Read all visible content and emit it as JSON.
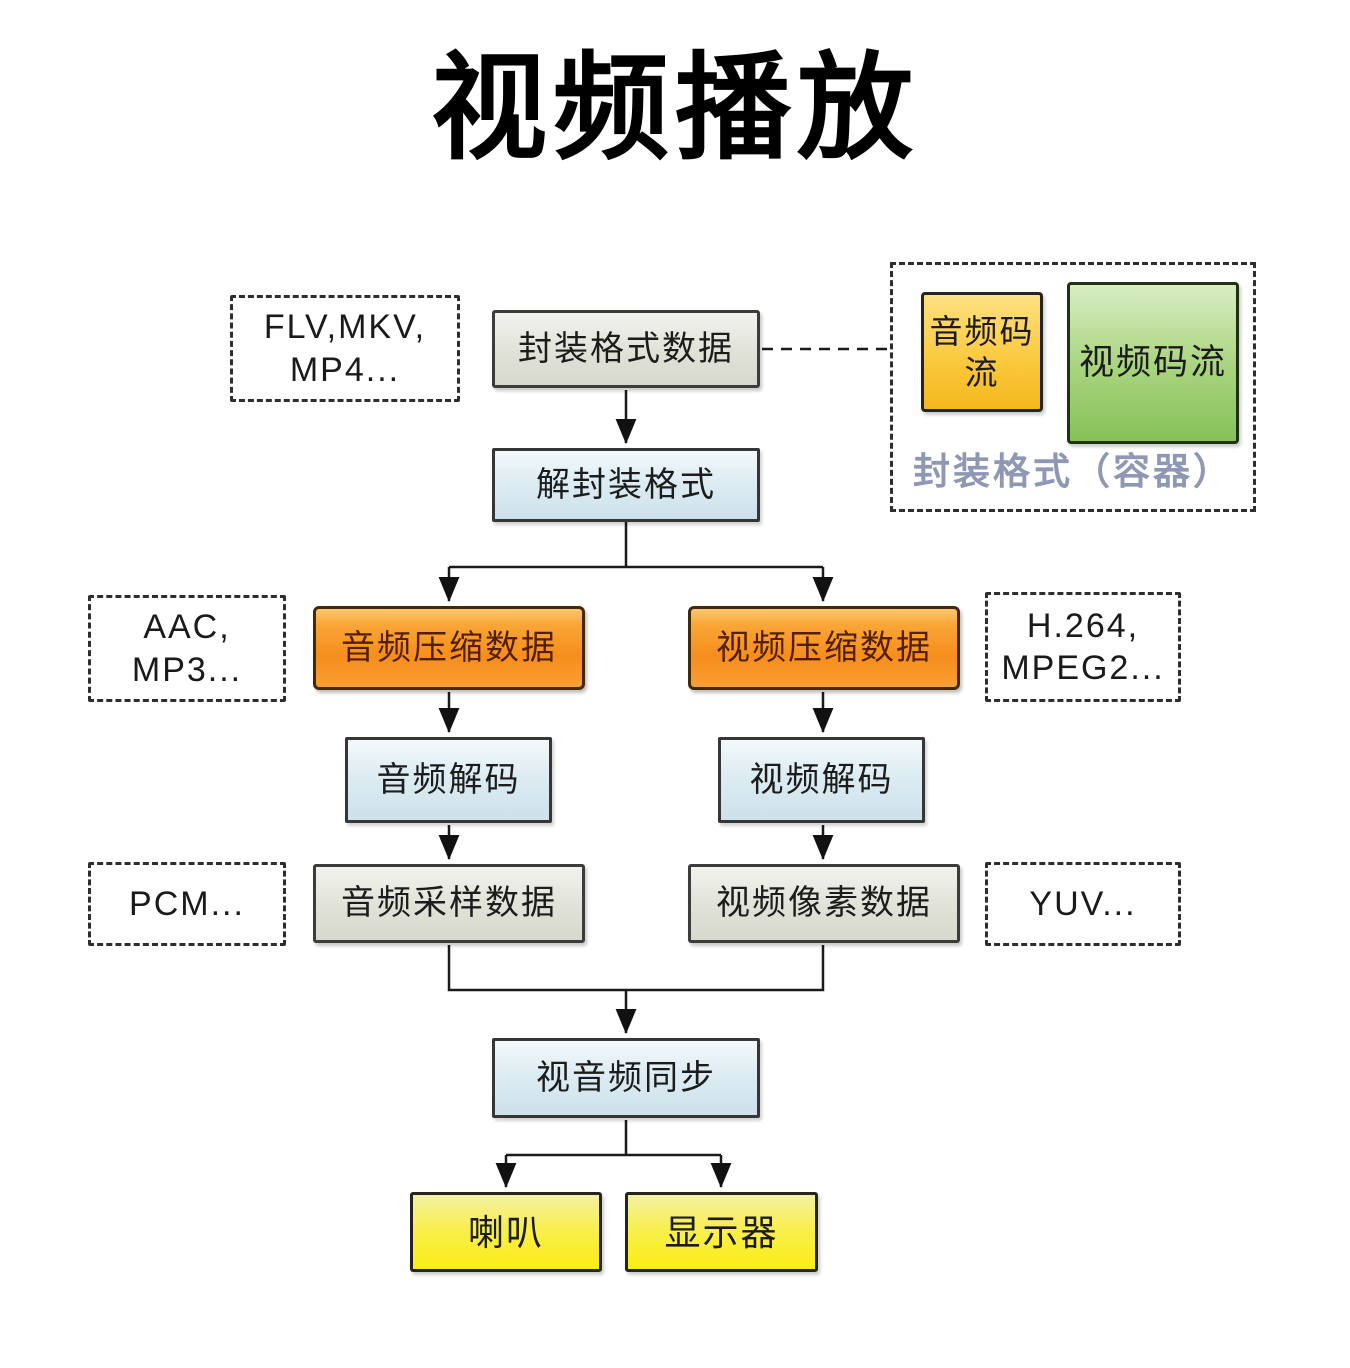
{
  "title": "视频播放",
  "nodes": {
    "muxed_data": "封装格式数据",
    "demux": "解封装格式",
    "audio_compressed": "音频压缩数据",
    "video_compressed": "视频压缩数据",
    "audio_decode": "音频解码",
    "video_decode": "视频解码",
    "audio_samples": "音频采样数据",
    "video_pixels": "视频像素数据",
    "av_sync": "视音频同步",
    "speaker": "喇叭",
    "display": "显示器"
  },
  "format_notes": {
    "muxed": "FLV,MKV,\nMP4...",
    "audio": "AAC,\nMP3...",
    "video": "H.264,\nMPEG2...",
    "pcm": "PCM...",
    "yuv": "YUV..."
  },
  "container_box": {
    "audio_stream": "音频码流",
    "video_stream": "视频码流",
    "caption": "封装格式（容器）"
  },
  "colors": {
    "gray_box": "#dfe1d7",
    "blue_box": "#d6e7f0",
    "orange_box": "#f68e1c",
    "orange_text": "#531f00",
    "audio_stream_yellow": "#f8c93a",
    "video_stream_green": "#93c966",
    "output_yellow": "#fbee1c",
    "caption_text": "#8e97b3",
    "line": "#1a1a1a"
  }
}
